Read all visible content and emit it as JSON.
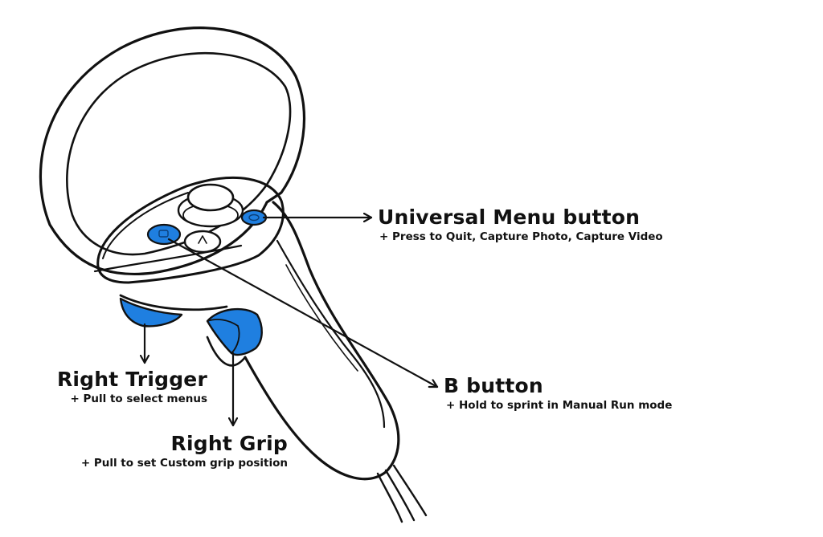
{
  "colors": {
    "accent": "#1f7fe0",
    "outline": "#111111",
    "background": "#ffffff"
  },
  "callouts": {
    "universal_menu": {
      "title": "Universal Menu button",
      "desc": "+ Press to Quit, Capture Photo, Capture Video"
    },
    "b_button": {
      "title": "B button",
      "desc": "+ Hold to sprint in Manual Run mode"
    },
    "right_trigger": {
      "title": "Right Trigger",
      "desc": "+ Pull to select  menus"
    },
    "right_grip": {
      "title": "Right Grip",
      "desc": "+ Pull to set Custom grip position"
    }
  }
}
